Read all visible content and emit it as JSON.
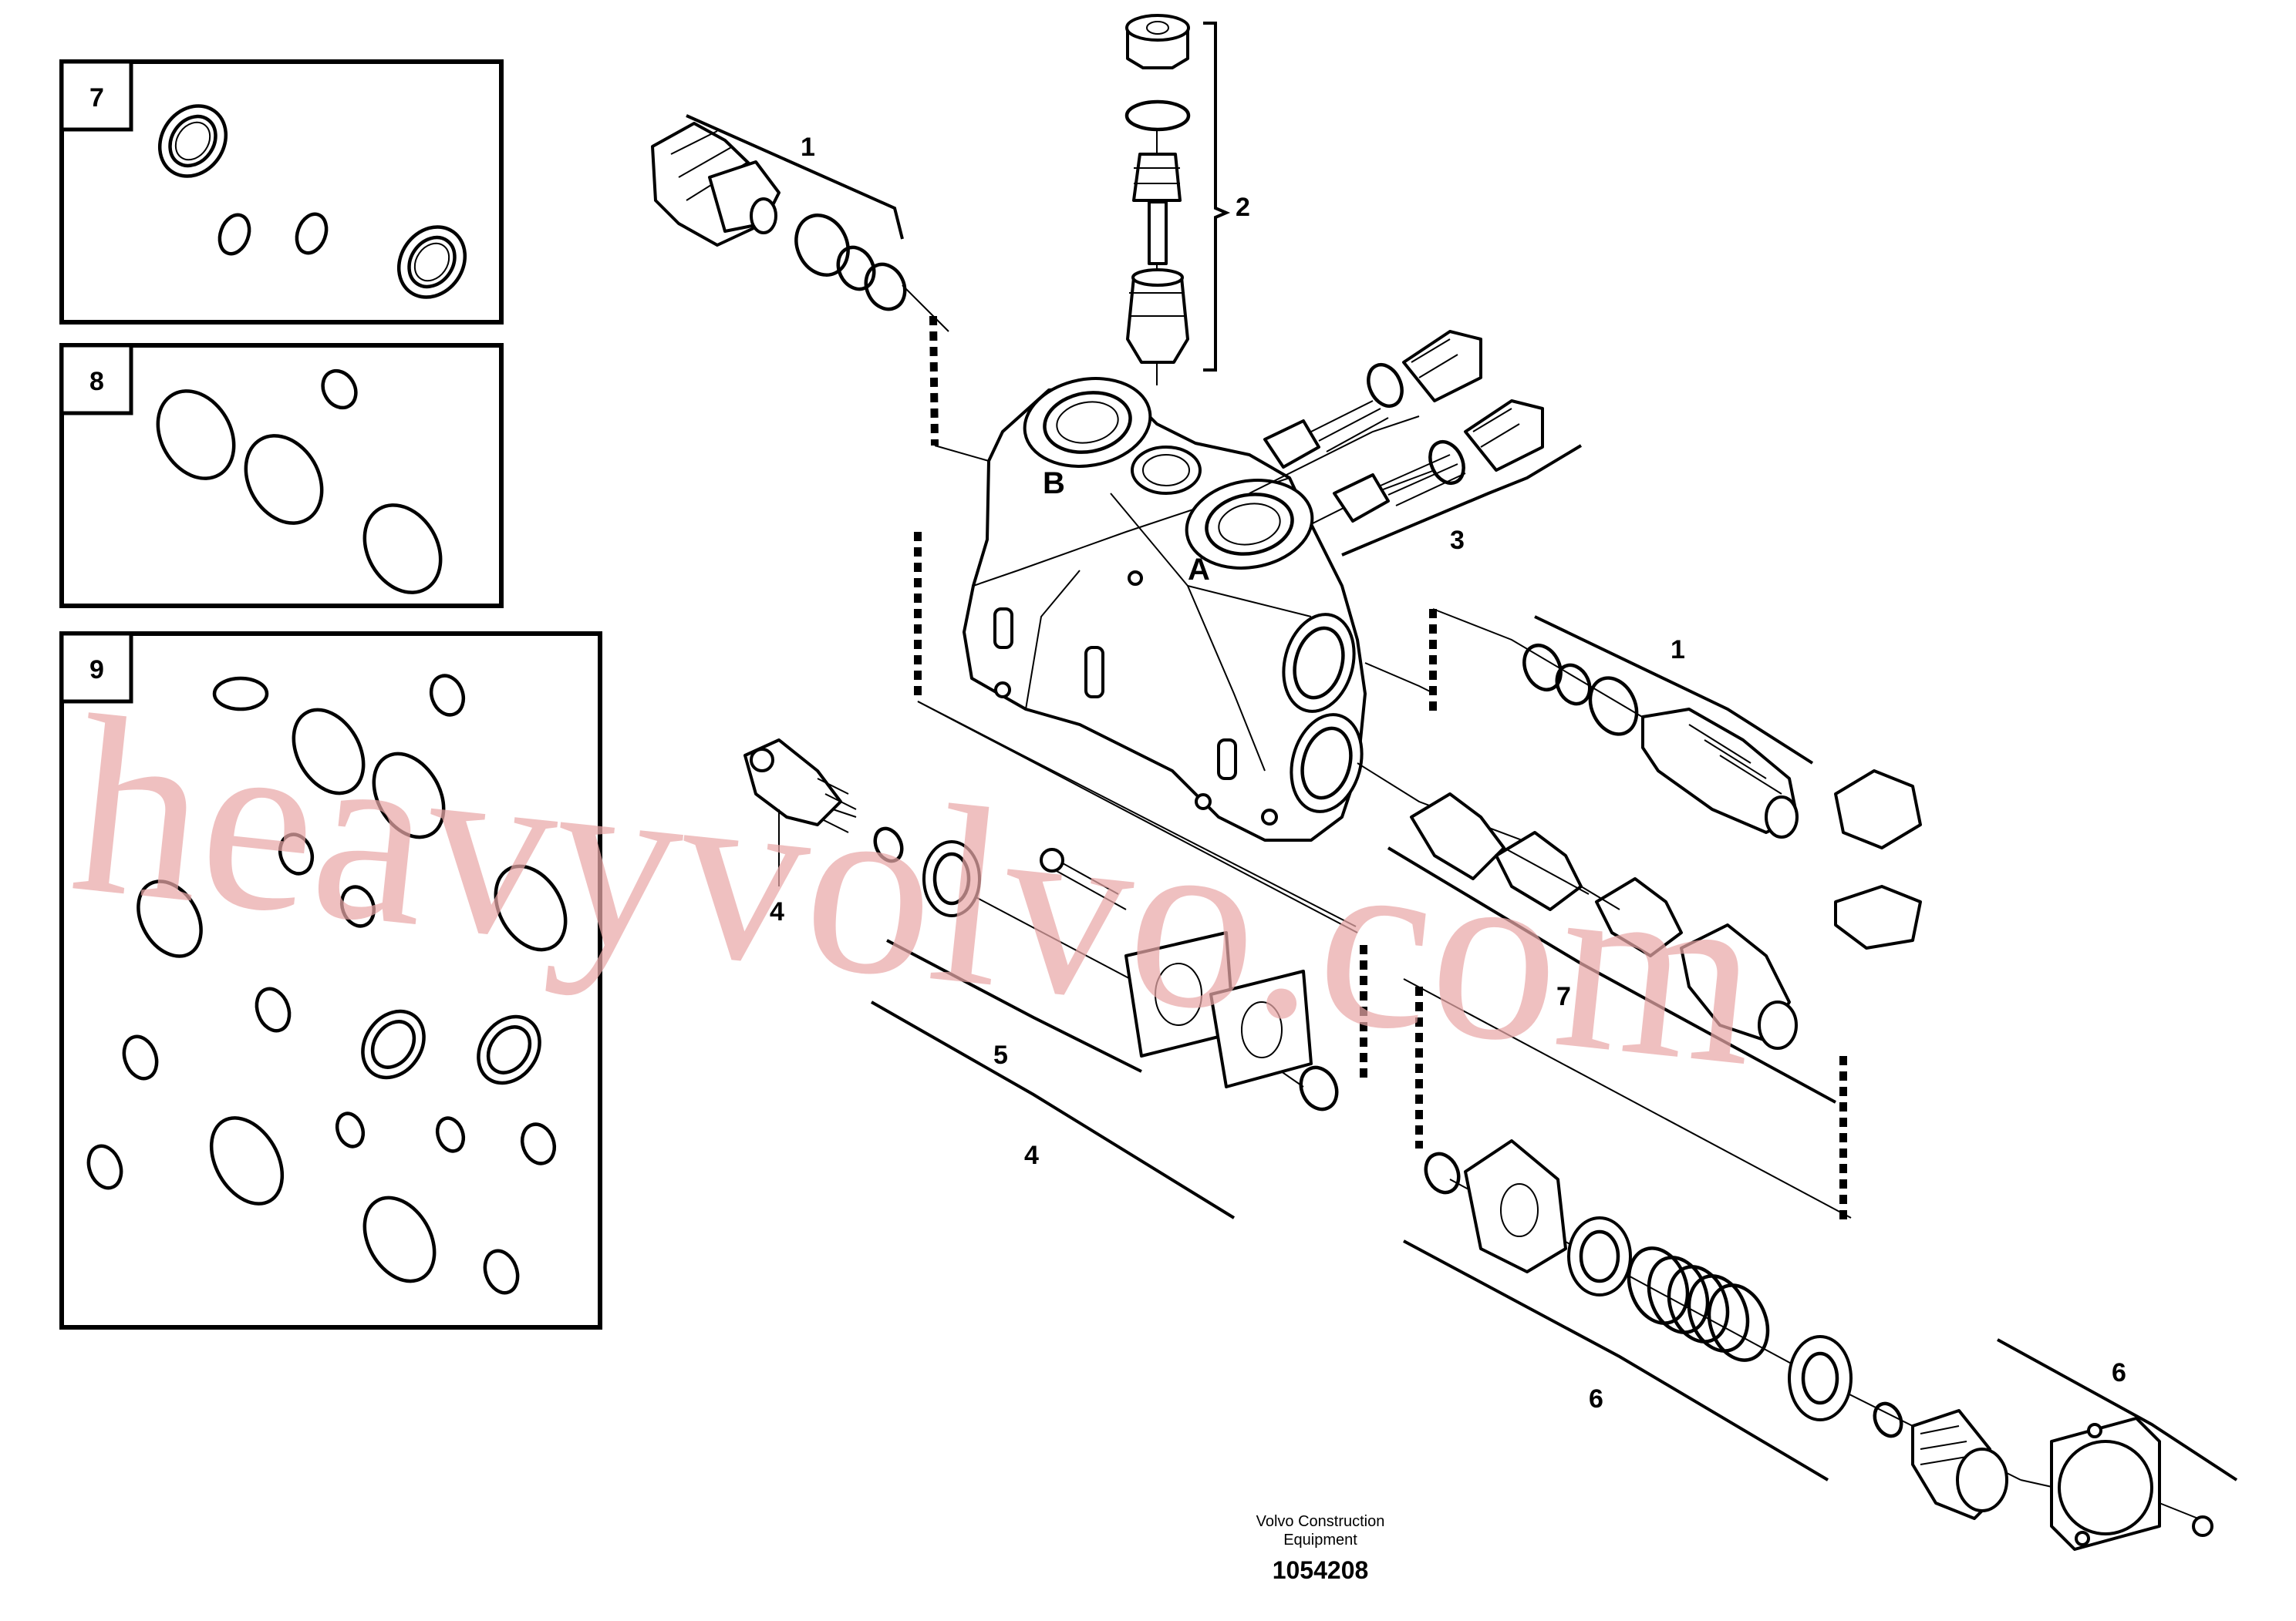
{
  "insets": [
    {
      "number": "7"
    },
    {
      "number": "8"
    },
    {
      "number": "9"
    }
  ],
  "callouts": {
    "c1_top": "1",
    "c2_top": "2",
    "c3_right": "3",
    "c1_right": "1",
    "c7_spool": "7",
    "c4_pin": "4",
    "c5_cover": "5",
    "c4_bracket": "4",
    "c6_spring": "6",
    "c6_end": "6"
  },
  "port_labels": {
    "b": "B",
    "a": "A"
  },
  "caption": {
    "line1": "Volvo Construction",
    "line2": "Equipment",
    "drawing_number": "1054208"
  },
  "watermark": "heavyvolvo.com"
}
